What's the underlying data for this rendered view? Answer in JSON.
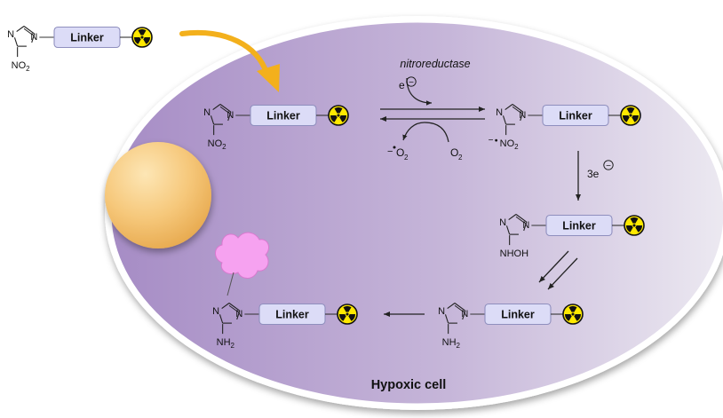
{
  "diagram": {
    "cell_label": "Hypoxic cell",
    "enzyme_label": "nitroreductase",
    "linker_label": "Linker",
    "electron": "e",
    "three_electrons": "3e",
    "minus_sign": "−",
    "superoxide": "O",
    "superoxide_sub": "2",
    "oxygen": "O",
    "oxygen_sub": "2",
    "ring_atom": "N",
    "nitro": "NO",
    "nitro_sub": "2",
    "hydroxylamine": "NHOH",
    "amine": "NH",
    "amine_sub": "2",
    "colors": {
      "cell_dark": "#a68cc5",
      "cell_light": "#e9e6ef",
      "linker_fill": "#dcdcf7",
      "linker_stroke": "#8f8fbe",
      "arrow_gold": "#f3b01c",
      "nucleus": "#f5c170",
      "protein": "#f6a2f0",
      "radiation_yellow": "#ffe900"
    },
    "icons": [
      "radiation-icon"
    ]
  }
}
